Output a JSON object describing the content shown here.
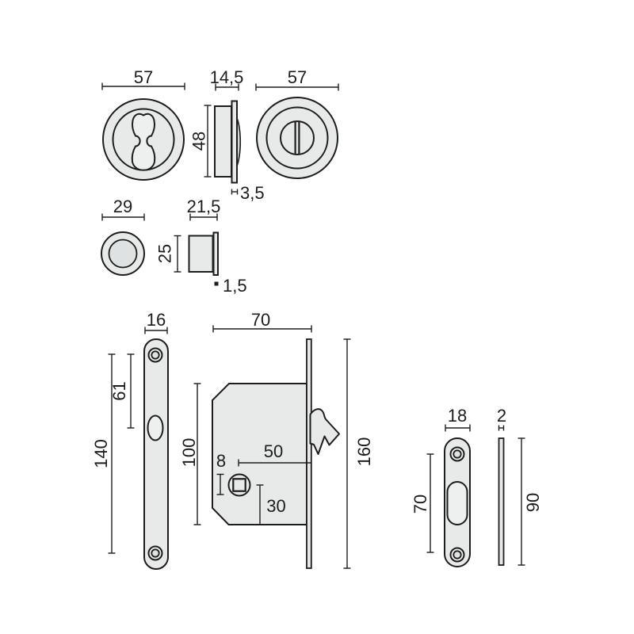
{
  "colors": {
    "background": "#ffffff",
    "shape_fill": "#e8eaea",
    "stroke": "#1d1d1b"
  },
  "dims": {
    "pull_front_diameter": "57",
    "pull_side_width": "14,5",
    "pull_side_height": "48",
    "pull_side_flange": "3,5",
    "thumbturn_front_diameter": "57",
    "finger_pull_diameter": "29",
    "finger_pull_side_width": "21,5",
    "finger_pull_side_height": "25",
    "finger_pull_side_flange": "1,5",
    "edge_plate_width": "16",
    "edge_plate_top_hole_to_slot": "61",
    "edge_plate_hole_spacing": "140",
    "lock_width": "70",
    "lock_body_height": "100",
    "lock_backset": "50",
    "lock_spindle_size": "8",
    "lock_spindle_to_bottom": "30",
    "lock_faceplate_height": "160",
    "strike_width": "18",
    "strike_hole_spacing": "70",
    "strike_side_thickness": "2",
    "strike_side_height": "90"
  }
}
